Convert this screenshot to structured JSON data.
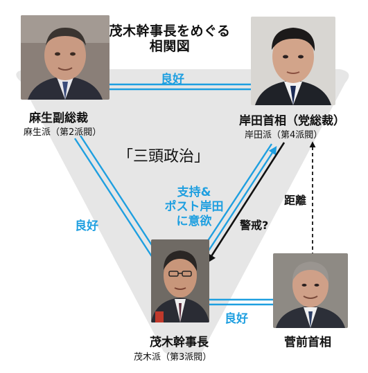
{
  "title": [
    "茂木幹事長をめぐる",
    "相関図"
  ],
  "center_label": "「三頭政治」",
  "nodes": {
    "aso": {
      "name": "麻生副総裁",
      "faction": "麻生派（第2派閥）"
    },
    "kishida": {
      "name": "岸田首相（党総裁）",
      "faction": "岸田派（第4派閥）"
    },
    "motegi": {
      "name": "茂木幹事長",
      "faction": "茂木派（第3派閥）"
    },
    "suga": {
      "name": "菅前首相"
    }
  },
  "relations": {
    "aso_kishida": "良好",
    "aso_motegi": "良好",
    "motegi_suga": "良好",
    "motegi_to_kishida": [
      "支持&",
      "ポスト岸田",
      "に意欲"
    ],
    "kishida_to_motegi": "警戒?",
    "suga_kishida": "距離"
  },
  "colors": {
    "relation_blue": "#1e9fe0",
    "triangle_gray": "#e6e6e6",
    "arrow_black": "#111111"
  }
}
